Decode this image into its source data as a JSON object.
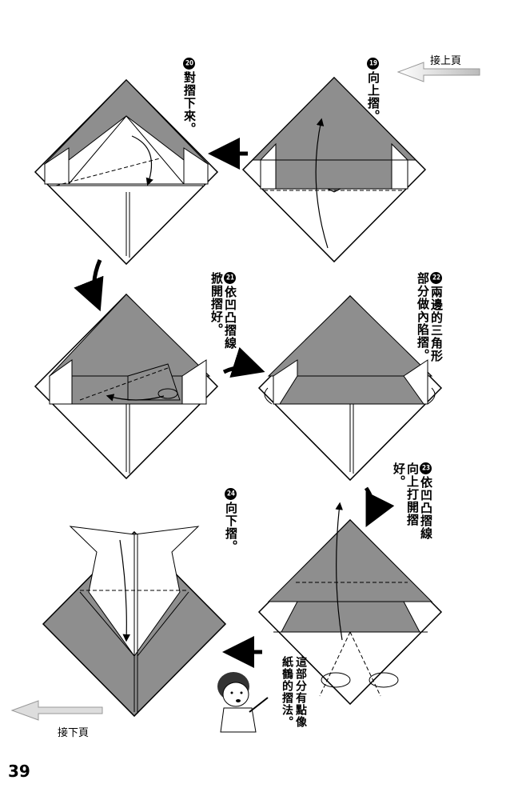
{
  "navigation": {
    "prev_page": "接上頁",
    "next_page": "接下頁"
  },
  "page_number": "39",
  "steps": [
    {
      "number": "19",
      "text": "向上摺。"
    },
    {
      "number": "20",
      "text": "對摺下來。"
    },
    {
      "number": "21",
      "text": "依凹凸摺線掀開摺好。"
    },
    {
      "number": "22",
      "text": "兩邊的三角形部分做內陷摺。"
    },
    {
      "number": "23",
      "text": "依凹凸摺線向上打開摺好。"
    },
    {
      "number": "24",
      "text": "向下摺。"
    }
  ],
  "speech_note": "這部分有點像紙鶴的摺法。",
  "colors": {
    "paper_shade": "#8e8e8e",
    "paper_white": "#ffffff",
    "ink": "#000000"
  }
}
